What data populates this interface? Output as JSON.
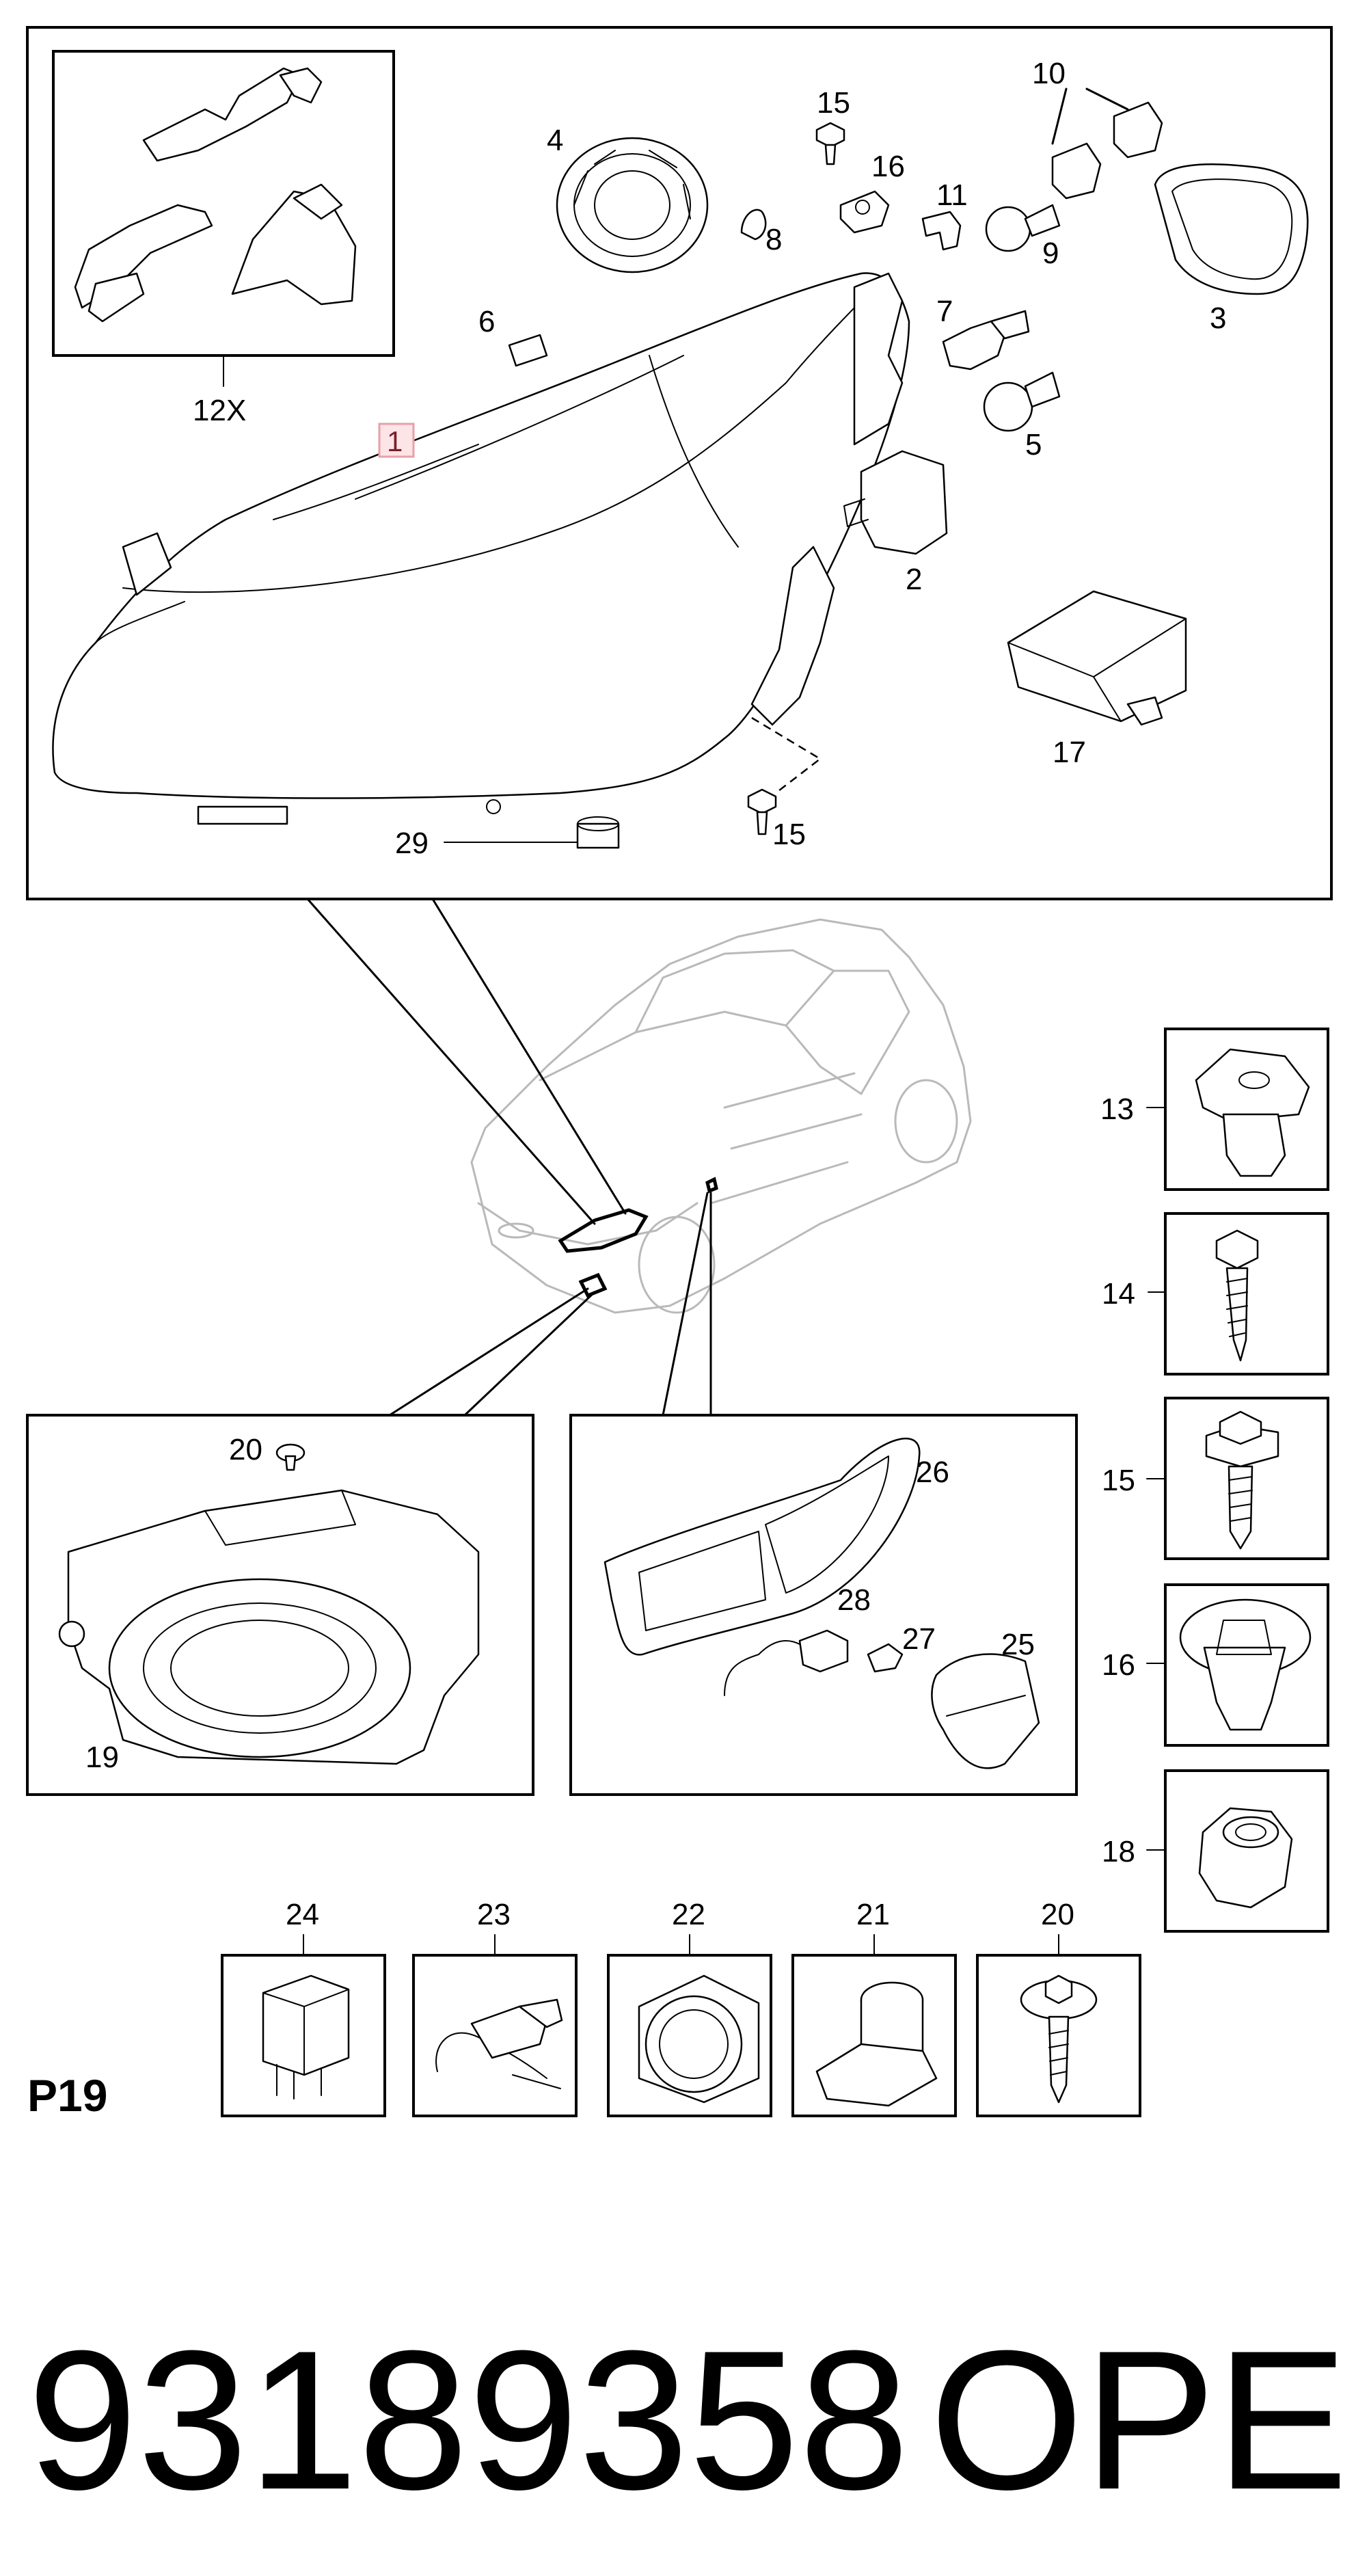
{
  "labels": {
    "l1": "1",
    "l2": "2",
    "l3": "3",
    "l4": "4",
    "l5": "5",
    "l6": "6",
    "l7": "7",
    "l8": "8",
    "l9": "9",
    "l10": "10",
    "l11": "11",
    "l12x": "12X",
    "l13": "13",
    "l14": "14",
    "l15a": "15",
    "l15b": "15",
    "l15c": "15",
    "l16a": "16",
    "l16b": "16",
    "l17": "17",
    "l18": "18",
    "l19": "19",
    "l20a": "20",
    "l20b": "20",
    "l21": "21",
    "l22": "22",
    "l23": "23",
    "l24": "24",
    "l25": "25",
    "l26": "26",
    "l27": "27",
    "l28": "28",
    "l29": "29"
  },
  "page_code": "P19",
  "part_number": "93189358",
  "brand": "OPEL",
  "colors": {
    "highlight_box_border": "#e8a0a8",
    "highlight_box_fill": "#fde4e6",
    "car_outline": "#b9b9b9"
  }
}
